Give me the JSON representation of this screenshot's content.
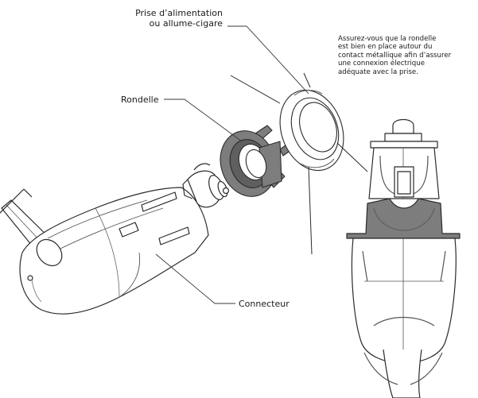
{
  "labels": {
    "power_socket_line1": "Prise d’alimentation",
    "power_socket_line2": "ou allume-cigare",
    "washer": "Rondelle",
    "connector": "Connecteur"
  },
  "note": {
    "line1": "Assurez-vous que la rondelle",
    "line2": "est bien en place autour du",
    "line3": "contact métallique afin d’assurer",
    "line4": "une connexion électrique",
    "line5": "adéquate avec la prise."
  },
  "colors": {
    "outline": "#2b2b2b",
    "washer_fill": "#7d7d7d",
    "washer_shade": "#5f5f5f",
    "leader_line": "#3a3a3a"
  }
}
